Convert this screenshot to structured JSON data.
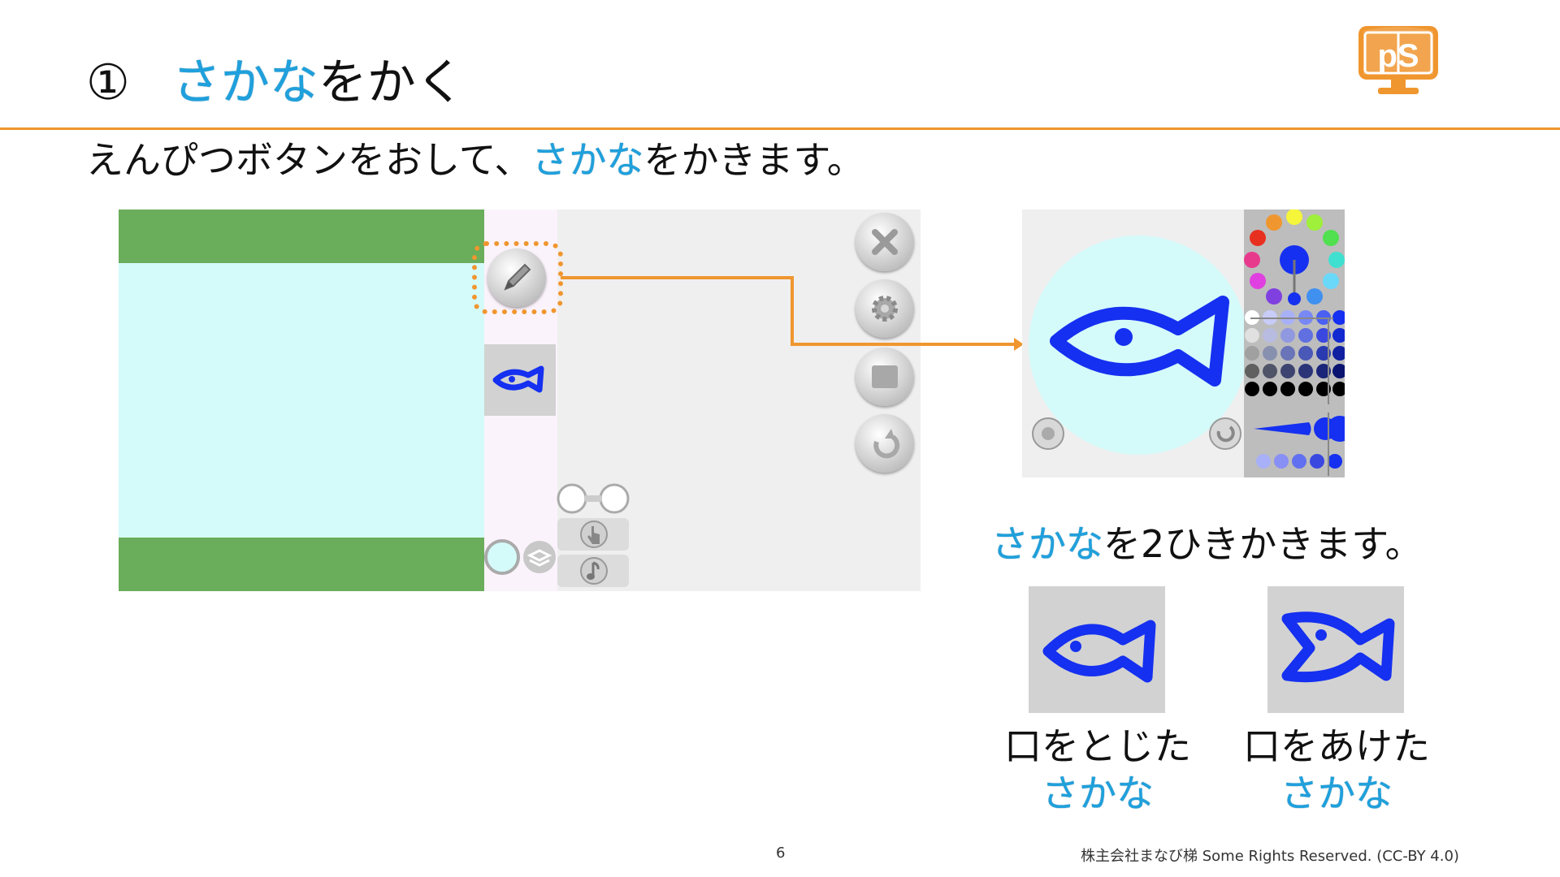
{
  "heading": {
    "number": "①",
    "highlight": "さかな",
    "rest": "をかく"
  },
  "instruction": {
    "before": "えんぴつボタンをおして、",
    "highlight": "さかな",
    "after": "をかきます。"
  },
  "second_instruction": {
    "highlight": "さかな",
    "rest": "を2ひきかきます。"
  },
  "costumes": [
    {
      "line1": "口をとじた",
      "line2": "さかな"
    },
    {
      "line1": "口をあけた",
      "line2": "さかな"
    }
  ],
  "logo": {
    "text": "pS",
    "color": "#f0962f"
  },
  "footer": {
    "page": "6",
    "copyright": "株主会社まなび梯 Some Rights Reserved. (CC-BY 4.0)"
  },
  "colors": {
    "accent": "#f0962f",
    "highlight": "#1fa0dc",
    "stage_sky": "#d5fafa",
    "stage_grass": "#6aad5b",
    "fish_blue": "#1530f0"
  },
  "icons": [
    "pencil-icon",
    "close-icon",
    "gear-icon",
    "stop-icon",
    "undo-icon",
    "hand-icon",
    "music-icon",
    "layers-icon"
  ]
}
